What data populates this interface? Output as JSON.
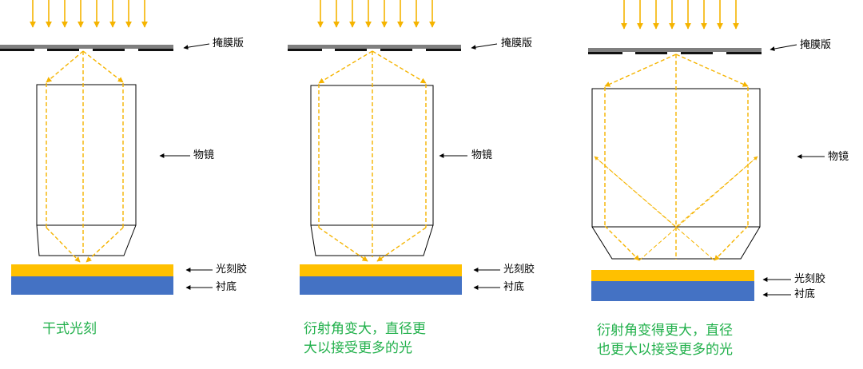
{
  "colors": {
    "light_arrow": "#f5b400",
    "ray": "#f5b400",
    "mask": "#7f7f7f",
    "photoresist": "#ffc000",
    "substrate": "#4472c4",
    "caption": "#21b04b"
  },
  "panels": [
    {
      "mask_label": "掩膜版",
      "lens_label": "物镜",
      "resist_label": "光刻胶",
      "substrate_label": "衬底",
      "caption_lines": [
        "干式光刻"
      ]
    },
    {
      "mask_label": "掩膜版",
      "lens_label": "物镜",
      "resist_label": "光刻胶",
      "substrate_label": "衬底",
      "caption_lines": [
        "衍射角变大，直径更",
        "大以接受更多的光"
      ]
    },
    {
      "mask_label": "掩膜版",
      "lens_label": "物镜",
      "resist_label": "光刻胶",
      "substrate_label": "衬底",
      "caption_lines": [
        "衍射角变得更大，直径",
        "也更大以接受更多的光"
      ]
    }
  ]
}
